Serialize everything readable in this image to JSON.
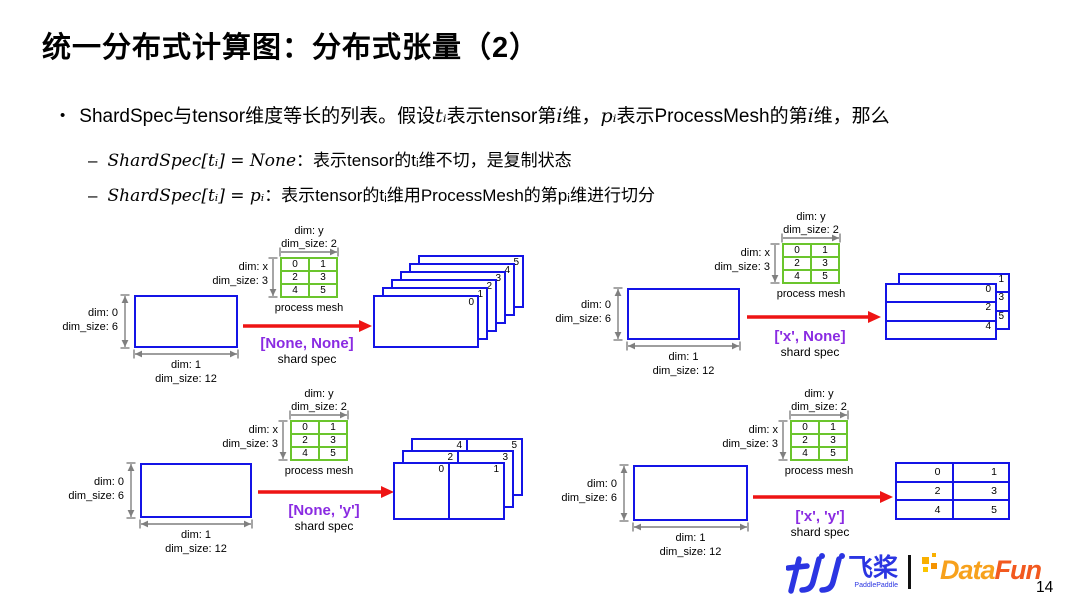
{
  "title": "统一分布式计算图：分布式张量（2）",
  "bullets": {
    "main": {
      "marker": "•",
      "segments": [
        "ShardSpec与tensor维度等长的列表。假设",
        "tᵢ",
        "表示tensor第",
        "i",
        "维，",
        "pᵢ",
        "表示ProcessMesh的第",
        "i",
        "维，那么"
      ]
    },
    "subs": [
      {
        "marker": "–",
        "math": "ShardSpec[tᵢ] = None",
        "text": "：表示tensor的tᵢ维不切，是复制状态"
      },
      {
        "marker": "–",
        "math": "ShardSpec[tᵢ] = pᵢ",
        "text": "：表示tensor的tᵢ维用ProcessMesh的第pᵢ维进行切分"
      }
    ]
  },
  "diagram_common": {
    "mesh": {
      "dim_y": "dim: y",
      "dim_size_y": "dim_size: 2",
      "dim_x": "dim: x",
      "dim_size_x": "dim_size: 3",
      "cells": [
        [
          0,
          1
        ],
        [
          2,
          3
        ],
        [
          4,
          5
        ]
      ],
      "caption": "process mesh"
    },
    "tensor": {
      "dim0": "dim: 0",
      "dim0_size": "dim_size: 6",
      "dim1": "dim: 1",
      "dim1_size": "dim_size: 12"
    },
    "spec_caption": "shard spec"
  },
  "diagrams": [
    {
      "shard_spec": "[None, None]",
      "result": {
        "type": "replicate",
        "labels": [
          0,
          1,
          2,
          3,
          4,
          5
        ]
      }
    },
    {
      "shard_spec": "['x', None]",
      "result": {
        "type": "row-stacks",
        "groups": [
          [
            0,
            2,
            4
          ],
          [
            1,
            3,
            5
          ]
        ]
      }
    },
    {
      "shard_spec": "[None, 'y']",
      "result": {
        "type": "col-stacks",
        "groups": [
          [
            0,
            1
          ],
          [
            2,
            3
          ],
          [
            4,
            5
          ]
        ]
      }
    },
    {
      "shard_spec": "['x', 'y']",
      "result": {
        "type": "grid",
        "rows": [
          [
            0,
            1
          ],
          [
            2,
            3
          ],
          [
            4,
            5
          ]
        ]
      }
    }
  ],
  "footer": {
    "paddle_cn": "飞桨",
    "paddle_en": "PaddlePaddle",
    "datafun_part1": "Data",
    "datafun_part2": "Fun",
    "page": "14"
  },
  "colors": {
    "blue": "#1414e6",
    "green": "#6bc52d",
    "red": "#ee1414",
    "purple": "#8a2be2",
    "gray": "#7f7f7f",
    "paddle_blue": "#2b35e2",
    "datafun_orange1": "#f7a11c",
    "datafun_orange2": "#f2591f"
  }
}
